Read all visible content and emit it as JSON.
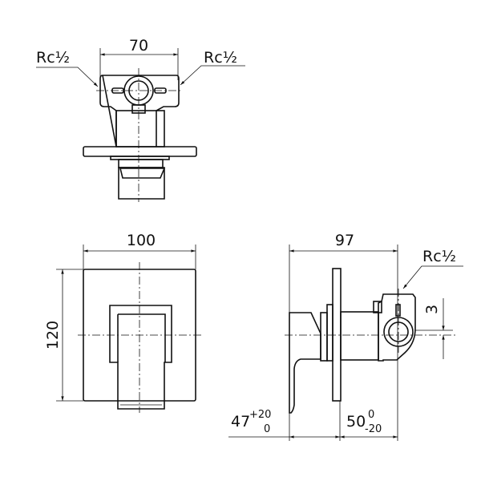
{
  "top_view": {
    "width_dim": "70",
    "thread_left": "Rc½",
    "thread_right": "Rc½"
  },
  "front_view": {
    "width_dim": "100",
    "height_dim": "120"
  },
  "side_view": {
    "depth_dim": "97",
    "thread": "Rc½",
    "offset_dim": "3",
    "dim_left": {
      "value": "47",
      "upper_tol": "+20",
      "lower_tol": "0"
    },
    "dim_right": {
      "value": "50",
      "upper_tol": "0",
      "lower_tol": "-20"
    }
  }
}
